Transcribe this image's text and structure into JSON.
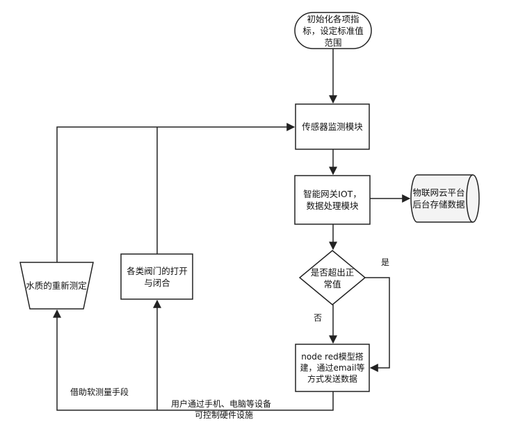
{
  "nodes": {
    "start": "初始化各项指标，设定标准值范围",
    "sensor": "传感器监测模块",
    "gateway": "智能网关IOT，数据处理模块",
    "cloud": "物联网云平台后台存储数据",
    "decision": "是否超出正常值",
    "nodered": "node red模型搭建，通过email等方式发送数据",
    "valves": "各类阀门的打开与闭合",
    "remeasure": "水质的重新测定"
  },
  "edge_labels": {
    "yes": "是",
    "no": "否",
    "software": "借助软测量手段",
    "user_control_1": "用户通过手机、电脑等设备",
    "user_control_2": "可控制硬件设施"
  },
  "colors": {
    "box_fill": "#ffffff",
    "cloud_fill": "#f4f4f4",
    "stroke": "#222222"
  }
}
